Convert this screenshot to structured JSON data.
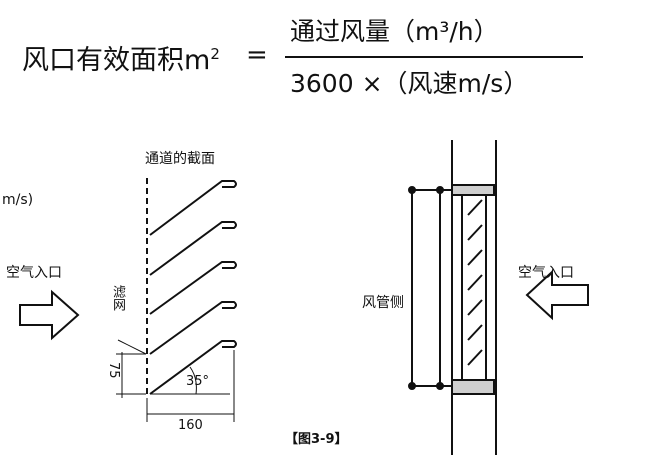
{
  "formula": {
    "lhs": "风口有效面积",
    "lhs_unit_base": "m",
    "lhs_unit_exp": "2",
    "equals": "=",
    "numerator": "通过风量（m³/h）",
    "denominator": "3600 ×（风速m/s）"
  },
  "left_diagram": {
    "section_label": "通道的截面",
    "cut_unit": "m/s)",
    "air_inlet": "空气入口",
    "filter_label": "滤网",
    "dim_pitch": "75",
    "angle": "35°",
    "dim_width": "160"
  },
  "right_diagram": {
    "duct_side": "风管侧",
    "air_inlet": "空气入口"
  },
  "figure_caption": "【图3-9】"
}
